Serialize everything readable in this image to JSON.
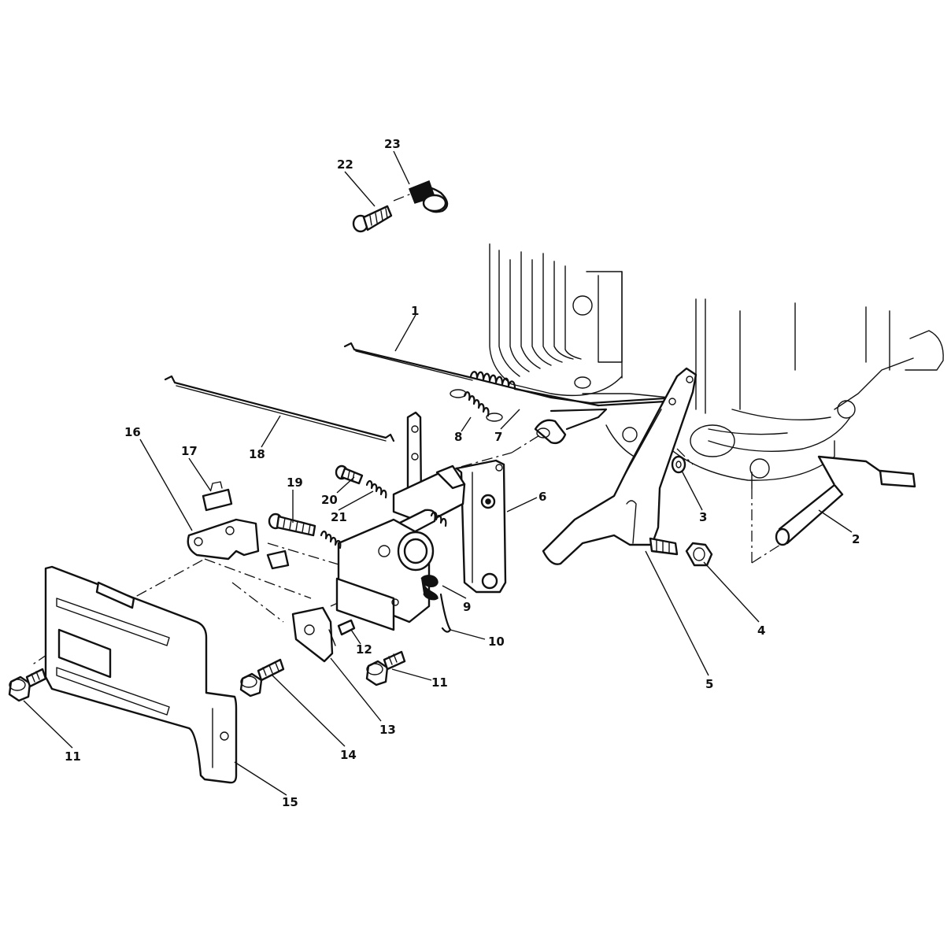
{
  "diagram": {
    "callouts": [
      {
        "id": "c1",
        "label": "1"
      },
      {
        "id": "c2",
        "label": "2"
      },
      {
        "id": "c3",
        "label": "3"
      },
      {
        "id": "c4",
        "label": "4"
      },
      {
        "id": "c5",
        "label": "5"
      },
      {
        "id": "c6",
        "label": "6"
      },
      {
        "id": "c7",
        "label": "7"
      },
      {
        "id": "c8",
        "label": "8"
      },
      {
        "id": "c9",
        "label": "9"
      },
      {
        "id": "c10",
        "label": "10"
      },
      {
        "id": "c11a",
        "label": "11"
      },
      {
        "id": "c11b",
        "label": "11"
      },
      {
        "id": "c12",
        "label": "12"
      },
      {
        "id": "c13",
        "label": "13"
      },
      {
        "id": "c14",
        "label": "14"
      },
      {
        "id": "c15",
        "label": "15"
      },
      {
        "id": "c16",
        "label": "16"
      },
      {
        "id": "c17",
        "label": "17"
      },
      {
        "id": "c18",
        "label": "18"
      },
      {
        "id": "c19",
        "label": "19"
      },
      {
        "id": "c20",
        "label": "20"
      },
      {
        "id": "c21",
        "label": "21"
      },
      {
        "id": "c22",
        "label": "22"
      },
      {
        "id": "c23",
        "label": "23"
      }
    ]
  }
}
